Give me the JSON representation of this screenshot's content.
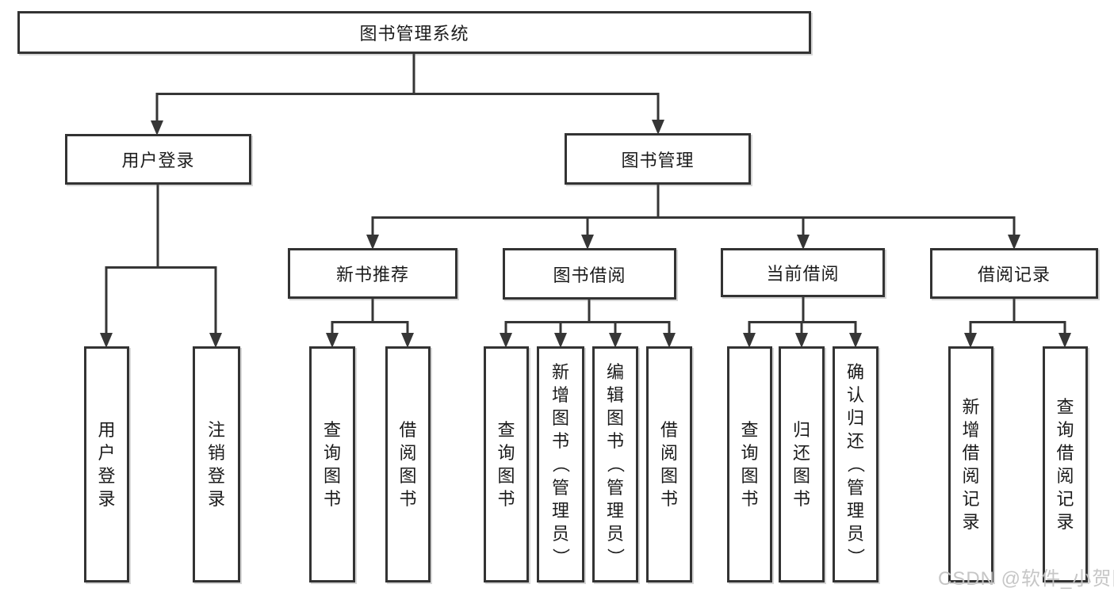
{
  "tree": {
    "root": {
      "label": "图书管理系统"
    },
    "login": {
      "label": "用户登录",
      "children": [
        {
          "label": "用户登录"
        },
        {
          "label": "注销登录"
        }
      ]
    },
    "mgmt": {
      "label": "图书管理",
      "groups": [
        {
          "label": "新书推荐",
          "children": [
            {
              "label": "查询图书"
            },
            {
              "label": "借阅图书"
            }
          ]
        },
        {
          "label": "图书借阅",
          "children": [
            {
              "label": "查询图书"
            },
            {
              "label": "新增图书（管理员）"
            },
            {
              "label": "编辑图书（管理员）"
            },
            {
              "label": "借阅图书"
            }
          ]
        },
        {
          "label": "当前借阅",
          "children": [
            {
              "label": "查询图书"
            },
            {
              "label": "归还图书"
            },
            {
              "label": "确认归还（管理员）"
            }
          ]
        },
        {
          "label": "借阅记录",
          "children": [
            {
              "label": "新增借阅记录"
            },
            {
              "label": "查询借阅记录"
            }
          ]
        }
      ]
    }
  },
  "watermark": "CSDN @软件_小贺同学",
  "colors": {
    "line": "#363636",
    "border": "#333333",
    "text": "#1b1b1b",
    "watermark": "#c3c3c3",
    "background": "#ffffff"
  }
}
